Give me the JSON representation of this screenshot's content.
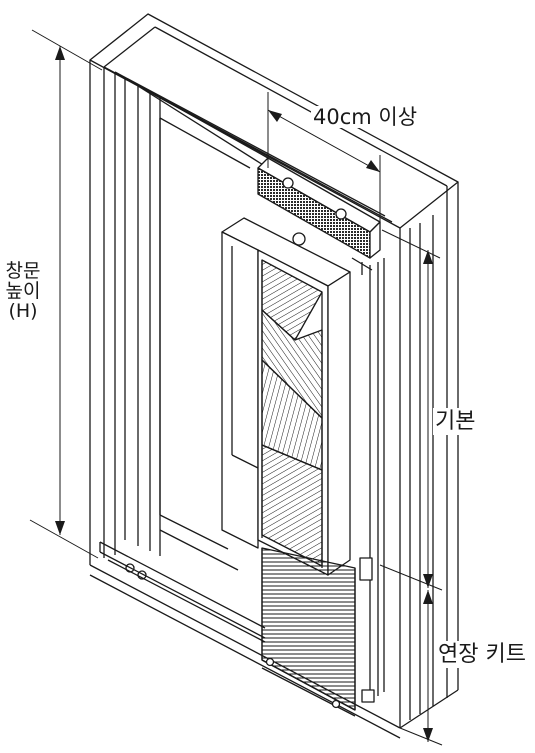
{
  "labels": {
    "window_height_line1": "창문",
    "window_height_line2": "높이",
    "window_height_line3": "(H)",
    "min_width": "40cm 이상",
    "basic": "기본",
    "extension_kit": "연장 키트"
  },
  "colors": {
    "line": "#1a1a1a",
    "hatch_dark": "#2b2b2b",
    "background": "#ffffff"
  }
}
